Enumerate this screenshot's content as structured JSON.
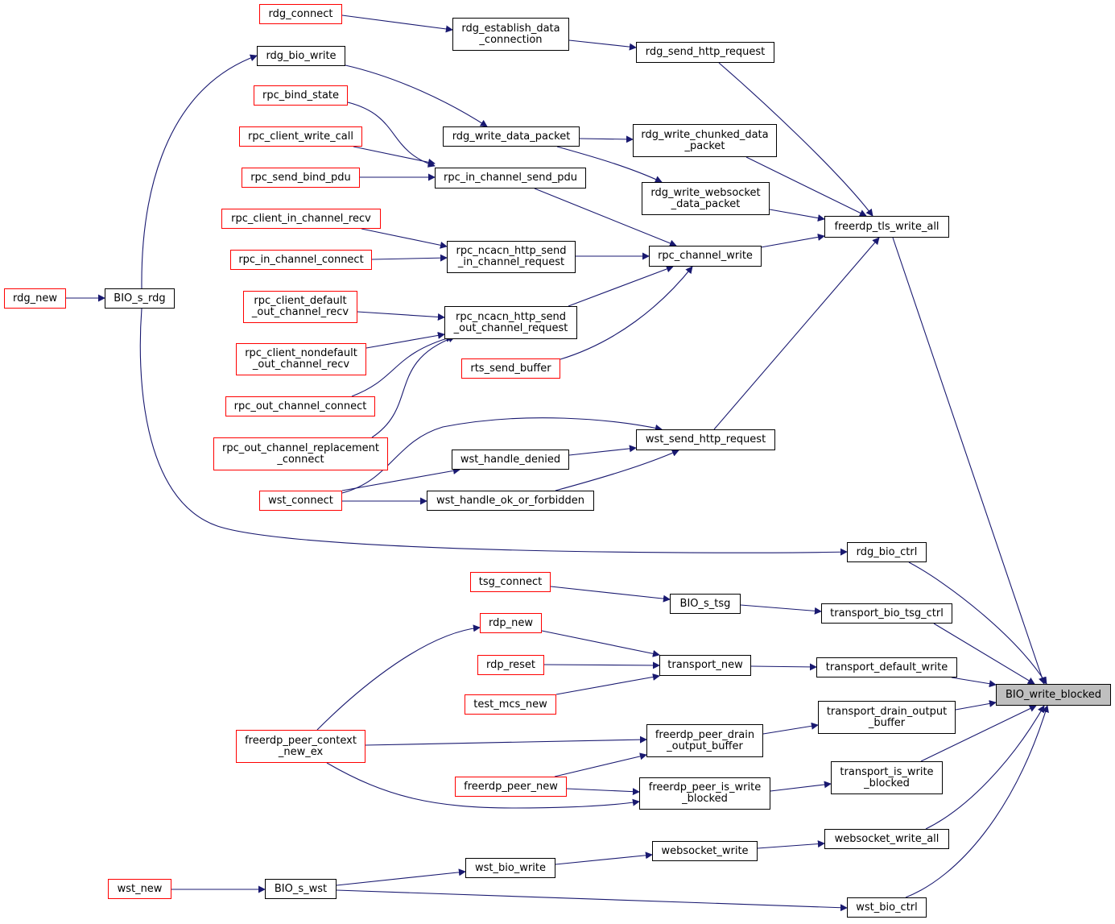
{
  "colors": {
    "edge": "#191970",
    "node_border": "#000000",
    "truncated_node_border": "#ff0000",
    "focus_node_fill": "#bfbfbf"
  },
  "nodes": [
    {
      "id": "BIO_write_blocked",
      "label": "BIO_write_blocked",
      "style": "focus"
    },
    {
      "id": "freerdp_tls_write_all",
      "label": "freerdp_tls_write_all",
      "style": "normal"
    },
    {
      "id": "rdg_bio_ctrl",
      "label": "rdg_bio_ctrl",
      "style": "normal"
    },
    {
      "id": "transport_bio_tsg_ctrl",
      "label": "transport_bio_tsg_ctrl",
      "style": "normal"
    },
    {
      "id": "transport_default_write",
      "label": "transport_default_write",
      "style": "normal"
    },
    {
      "id": "transport_drain_output_buffer",
      "label": "transport_drain_output\n_buffer",
      "style": "normal"
    },
    {
      "id": "transport_is_write_blocked",
      "label": "transport_is_write\n_blocked",
      "style": "normal"
    },
    {
      "id": "websocket_write_all",
      "label": "websocket_write_all",
      "style": "normal"
    },
    {
      "id": "wst_bio_ctrl",
      "label": "wst_bio_ctrl",
      "style": "normal"
    },
    {
      "id": "rdg_send_http_request",
      "label": "rdg_send_http_request",
      "style": "normal"
    },
    {
      "id": "rdg_write_chunked_data_packet",
      "label": "rdg_write_chunked_data\n_packet",
      "style": "normal"
    },
    {
      "id": "rdg_write_websocket_data_packet",
      "label": "rdg_write_websocket\n_data_packet",
      "style": "normal"
    },
    {
      "id": "rpc_channel_write",
      "label": "rpc_channel_write",
      "style": "normal"
    },
    {
      "id": "wst_send_http_request",
      "label": "wst_send_http_request",
      "style": "normal"
    },
    {
      "id": "rdg_establish_data_connection",
      "label": "rdg_establish_data\n_connection",
      "style": "normal"
    },
    {
      "id": "rdg_connect",
      "label": "rdg_connect",
      "style": "red"
    },
    {
      "id": "rdg_write_data_packet",
      "label": "rdg_write_data_packet",
      "style": "normal"
    },
    {
      "id": "rdg_bio_write",
      "label": "rdg_bio_write",
      "style": "normal"
    },
    {
      "id": "BIO_s_rdg",
      "label": "BIO_s_rdg",
      "style": "normal"
    },
    {
      "id": "rdg_new",
      "label": "rdg_new",
      "style": "red"
    },
    {
      "id": "rpc_in_channel_send_pdu",
      "label": "rpc_in_channel_send_pdu",
      "style": "normal"
    },
    {
      "id": "rpc_bind_state",
      "label": "rpc_bind_state",
      "style": "red"
    },
    {
      "id": "rpc_client_write_call",
      "label": "rpc_client_write_call",
      "style": "red"
    },
    {
      "id": "rpc_send_bind_pdu",
      "label": "rpc_send_bind_pdu",
      "style": "red"
    },
    {
      "id": "rpc_ncacn_http_send_in_channel_request",
      "label": "rpc_ncacn_http_send\n_in_channel_request",
      "style": "normal"
    },
    {
      "id": "rpc_client_in_channel_recv",
      "label": "rpc_client_in_channel_recv",
      "style": "red"
    },
    {
      "id": "rpc_in_channel_connect",
      "label": "rpc_in_channel_connect",
      "style": "red"
    },
    {
      "id": "rpc_ncacn_http_send_out_channel_request",
      "label": "rpc_ncacn_http_send\n_out_channel_request",
      "style": "normal"
    },
    {
      "id": "rpc_client_default_out_channel_recv",
      "label": "rpc_client_default\n_out_channel_recv",
      "style": "red"
    },
    {
      "id": "rpc_client_nondefault_out_channel_recv",
      "label": "rpc_client_nondefault\n_out_channel_recv",
      "style": "red"
    },
    {
      "id": "rpc_out_channel_connect",
      "label": "rpc_out_channel_connect",
      "style": "red"
    },
    {
      "id": "rpc_out_channel_replacement_connect",
      "label": "rpc_out_channel_replacement\n_connect",
      "style": "red"
    },
    {
      "id": "rts_send_buffer",
      "label": "rts_send_buffer",
      "style": "red"
    },
    {
      "id": "wst_connect",
      "label": "wst_connect",
      "style": "red"
    },
    {
      "id": "wst_handle_denied",
      "label": "wst_handle_denied",
      "style": "normal"
    },
    {
      "id": "wst_handle_ok_or_forbidden",
      "label": "wst_handle_ok_or_forbidden",
      "style": "normal"
    },
    {
      "id": "BIO_s_tsg",
      "label": "BIO_s_tsg",
      "style": "normal"
    },
    {
      "id": "tsg_connect",
      "label": "tsg_connect",
      "style": "red"
    },
    {
      "id": "transport_new",
      "label": "transport_new",
      "style": "normal"
    },
    {
      "id": "rdp_new",
      "label": "rdp_new",
      "style": "red"
    },
    {
      "id": "rdp_reset",
      "label": "rdp_reset",
      "style": "red"
    },
    {
      "id": "test_mcs_new",
      "label": "test_mcs_new",
      "style": "red"
    },
    {
      "id": "freerdp_peer_context_new_ex",
      "label": "freerdp_peer_context\n_new_ex",
      "style": "red"
    },
    {
      "id": "freerdp_peer_drain_output_buffer",
      "label": "freerdp_peer_drain\n_output_buffer",
      "style": "normal"
    },
    {
      "id": "freerdp_peer_new",
      "label": "freerdp_peer_new",
      "style": "red"
    },
    {
      "id": "freerdp_peer_is_write_blocked",
      "label": "freerdp_peer_is_write\n_blocked",
      "style": "normal"
    },
    {
      "id": "websocket_write",
      "label": "websocket_write",
      "style": "normal"
    },
    {
      "id": "wst_bio_write",
      "label": "wst_bio_write",
      "style": "normal"
    },
    {
      "id": "BIO_s_wst",
      "label": "BIO_s_wst",
      "style": "normal"
    },
    {
      "id": "wst_new",
      "label": "wst_new",
      "style": "red"
    }
  ],
  "edges": [
    {
      "from": "freerdp_tls_write_all",
      "to": "BIO_write_blocked"
    },
    {
      "from": "rdg_bio_ctrl",
      "to": "BIO_write_blocked"
    },
    {
      "from": "transport_bio_tsg_ctrl",
      "to": "BIO_write_blocked"
    },
    {
      "from": "transport_default_write",
      "to": "BIO_write_blocked"
    },
    {
      "from": "transport_drain_output_buffer",
      "to": "BIO_write_blocked"
    },
    {
      "from": "transport_is_write_blocked",
      "to": "BIO_write_blocked"
    },
    {
      "from": "websocket_write_all",
      "to": "BIO_write_blocked"
    },
    {
      "from": "wst_bio_ctrl",
      "to": "BIO_write_blocked"
    },
    {
      "from": "rdg_send_http_request",
      "to": "freerdp_tls_write_all"
    },
    {
      "from": "rdg_write_chunked_data_packet",
      "to": "freerdp_tls_write_all"
    },
    {
      "from": "rdg_write_websocket_data_packet",
      "to": "freerdp_tls_write_all"
    },
    {
      "from": "rpc_channel_write",
      "to": "freerdp_tls_write_all"
    },
    {
      "from": "wst_send_http_request",
      "to": "freerdp_tls_write_all"
    },
    {
      "from": "rdg_establish_data_connection",
      "to": "rdg_send_http_request"
    },
    {
      "from": "rdg_connect",
      "to": "rdg_establish_data_connection"
    },
    {
      "from": "rdg_write_data_packet",
      "to": "rdg_write_chunked_data_packet"
    },
    {
      "from": "rdg_write_data_packet",
      "to": "rdg_write_websocket_data_packet"
    },
    {
      "from": "rdg_bio_write",
      "to": "rdg_write_data_packet"
    },
    {
      "from": "BIO_s_rdg",
      "to": "rdg_bio_write"
    },
    {
      "from": "BIO_s_rdg",
      "to": "rdg_bio_ctrl"
    },
    {
      "from": "rdg_new",
      "to": "BIO_s_rdg"
    },
    {
      "from": "rpc_in_channel_send_pdu",
      "to": "rpc_channel_write"
    },
    {
      "from": "rpc_ncacn_http_send_in_channel_request",
      "to": "rpc_channel_write"
    },
    {
      "from": "rpc_ncacn_http_send_out_channel_request",
      "to": "rpc_channel_write"
    },
    {
      "from": "rts_send_buffer",
      "to": "rpc_channel_write"
    },
    {
      "from": "rpc_bind_state",
      "to": "rpc_in_channel_send_pdu"
    },
    {
      "from": "rpc_client_write_call",
      "to": "rpc_in_channel_send_pdu"
    },
    {
      "from": "rpc_send_bind_pdu",
      "to": "rpc_in_channel_send_pdu"
    },
    {
      "from": "rpc_client_in_channel_recv",
      "to": "rpc_ncacn_http_send_in_channel_request"
    },
    {
      "from": "rpc_in_channel_connect",
      "to": "rpc_ncacn_http_send_in_channel_request"
    },
    {
      "from": "rpc_client_default_out_channel_recv",
      "to": "rpc_ncacn_http_send_out_channel_request"
    },
    {
      "from": "rpc_client_nondefault_out_channel_recv",
      "to": "rpc_ncacn_http_send_out_channel_request"
    },
    {
      "from": "rpc_out_channel_connect",
      "to": "rpc_ncacn_http_send_out_channel_request"
    },
    {
      "from": "rpc_out_channel_replacement_connect",
      "to": "rpc_ncacn_http_send_out_channel_request"
    },
    {
      "from": "wst_connect",
      "to": "wst_send_http_request"
    },
    {
      "from": "wst_connect",
      "to": "wst_handle_denied"
    },
    {
      "from": "wst_connect",
      "to": "wst_handle_ok_or_forbidden"
    },
    {
      "from": "wst_handle_denied",
      "to": "wst_send_http_request"
    },
    {
      "from": "wst_handle_ok_or_forbidden",
      "to": "wst_send_http_request"
    },
    {
      "from": "BIO_s_tsg",
      "to": "transport_bio_tsg_ctrl"
    },
    {
      "from": "tsg_connect",
      "to": "BIO_s_tsg"
    },
    {
      "from": "transport_new",
      "to": "transport_default_write"
    },
    {
      "from": "rdp_new",
      "to": "transport_new"
    },
    {
      "from": "rdp_reset",
      "to": "transport_new"
    },
    {
      "from": "test_mcs_new",
      "to": "transport_new"
    },
    {
      "from": "freerdp_peer_context_new_ex",
      "to": "rdp_new"
    },
    {
      "from": "freerdp_peer_context_new_ex",
      "to": "freerdp_peer_drain_output_buffer"
    },
    {
      "from": "freerdp_peer_context_new_ex",
      "to": "freerdp_peer_is_write_blocked"
    },
    {
      "from": "freerdp_peer_drain_output_buffer",
      "to": "transport_drain_output_buffer"
    },
    {
      "from": "freerdp_peer_new",
      "to": "freerdp_peer_drain_output_buffer"
    },
    {
      "from": "freerdp_peer_new",
      "to": "freerdp_peer_is_write_blocked"
    },
    {
      "from": "freerdp_peer_is_write_blocked",
      "to": "transport_is_write_blocked"
    },
    {
      "from": "websocket_write",
      "to": "websocket_write_all"
    },
    {
      "from": "wst_bio_write",
      "to": "websocket_write"
    },
    {
      "from": "BIO_s_wst",
      "to": "wst_bio_write"
    },
    {
      "from": "BIO_s_wst",
      "to": "wst_bio_ctrl"
    },
    {
      "from": "wst_new",
      "to": "BIO_s_wst"
    }
  ]
}
